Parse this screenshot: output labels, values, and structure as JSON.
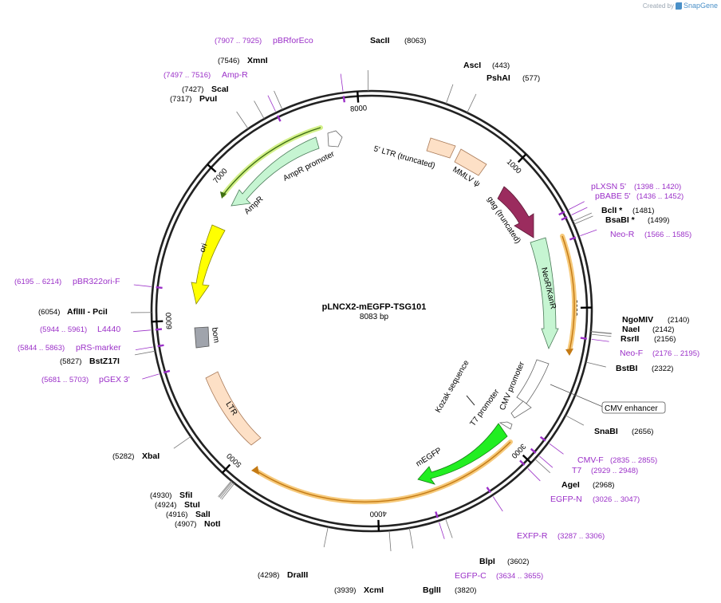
{
  "credit": {
    "prefix": "Created by",
    "brand": "SnapGene"
  },
  "plasmid": {
    "name": "pLNCX2-mEGFP-TSG101",
    "size_label": "8083 bp",
    "length": 8083
  },
  "ticks": [
    {
      "bp": 1000,
      "label": "1000"
    },
    {
      "bp": 2000,
      "label": "2000"
    },
    {
      "bp": 3000,
      "label": "3000"
    },
    {
      "bp": 4000,
      "label": "4000"
    },
    {
      "bp": 5000,
      "label": "5000"
    },
    {
      "bp": 6000,
      "label": "6000"
    },
    {
      "bp": 7000,
      "label": "7000"
    },
    {
      "bp": 8000,
      "label": "8000"
    }
  ],
  "sites": [
    {
      "name": "SacII",
      "coord": "(8063)",
      "bp": 8063
    },
    {
      "name": "AscI",
      "coord": "(443)",
      "bp": 443
    },
    {
      "name": "PshAI",
      "coord": "(577)",
      "bp": 577
    },
    {
      "name": "BclI *",
      "coord": "(1481)",
      "bp": 1481
    },
    {
      "name": "BsaBI *",
      "coord": "(1499)",
      "bp": 1499
    },
    {
      "name": "NgoMIV",
      "coord": "(2140)",
      "bp": 2140
    },
    {
      "name": "NaeI",
      "coord": "(2142)",
      "bp": 2142
    },
    {
      "name": "RsrII",
      "coord": "(2156)",
      "bp": 2156
    },
    {
      "name": "BstBI",
      "coord": "(2322)",
      "bp": 2322
    },
    {
      "name": "SnaBI",
      "coord": "(2656)",
      "bp": 2656
    },
    {
      "name": "AgeI",
      "coord": "(2968)",
      "bp": 2968
    },
    {
      "name": "BlpI",
      "coord": "(3602)",
      "bp": 3602
    },
    {
      "name": "BglII",
      "coord": "(3820)",
      "bp": 3820
    },
    {
      "name": "XcmI",
      "coord": "(3939)",
      "bp": 3939
    },
    {
      "name": "DraIII",
      "coord": "(4298)",
      "bp": 4298
    },
    {
      "name": "NotI",
      "coord": "(4907)",
      "bp": 4907
    },
    {
      "name": "SalI",
      "coord": "(4916)",
      "bp": 4916
    },
    {
      "name": "StuI",
      "coord": "(4924)",
      "bp": 4924
    },
    {
      "name": "SfiI",
      "coord": "(4930)",
      "bp": 4930
    },
    {
      "name": "XbaI",
      "coord": "(5282)",
      "bp": 5282
    },
    {
      "name": "BstZ17I",
      "coord": "(5827)",
      "bp": 5827
    },
    {
      "name": "AflIII - PciI",
      "coord": "(6054)",
      "bp": 6054
    },
    {
      "name": "PvuI",
      "coord": "(7317)",
      "bp": 7317
    },
    {
      "name": "ScaI",
      "coord": "(7427)",
      "bp": 7427
    },
    {
      "name": "XmnI",
      "coord": "(7546)",
      "bp": 7546
    }
  ],
  "primers": [
    {
      "name": "pBRforEco",
      "coord": "(7907 .. 7925)",
      "bp": 7916
    },
    {
      "name": "Amp-R",
      "coord": "(7497 .. 7516)",
      "bp": 7506
    },
    {
      "name": "pLXSN 5'",
      "coord": "(1398 .. 1420)",
      "bp": 1409
    },
    {
      "name": "pBABE 5'",
      "coord": "(1436 .. 1452)",
      "bp": 1444
    },
    {
      "name": "Neo-R",
      "coord": "(1566 .. 1585)",
      "bp": 1575
    },
    {
      "name": "Neo-F",
      "coord": "(2176 .. 2195)",
      "bp": 2185
    },
    {
      "name": "CMV-F",
      "coord": "(2835 .. 2855)",
      "bp": 2845
    },
    {
      "name": "T7",
      "coord": "(2929 .. 2948)",
      "bp": 2938
    },
    {
      "name": "EGFP-N",
      "coord": "(3026 .. 3047)",
      "bp": 3036
    },
    {
      "name": "EXFP-R",
      "coord": "(3287 .. 3306)",
      "bp": 3296
    },
    {
      "name": "EGFP-C",
      "coord": "(3634 .. 3655)",
      "bp": 3644
    },
    {
      "name": "pGEX 3'",
      "coord": "(5681 .. 5703)",
      "bp": 5692
    },
    {
      "name": "pRS-marker",
      "coord": "(5844 .. 5863)",
      "bp": 5853
    },
    {
      "name": "L4440",
      "coord": "(5944 .. 5961)",
      "bp": 5952
    },
    {
      "name": "pBR322ori-F",
      "coord": "(6195 .. 6214)",
      "bp": 6204
    }
  ],
  "features": [
    {
      "label": "5' LTR (truncated)",
      "color": "#fde0c6"
    },
    {
      "label": "MMLV ψ",
      "color": "#fde0c6"
    },
    {
      "label": "gag (truncated)",
      "color": "#9b2c5e"
    },
    {
      "label": "NeoR/KanR",
      "color": "#c6f5d2"
    },
    {
      "label": "CMV enhancer",
      "color": "#ffffff"
    },
    {
      "label": "CMV promoter",
      "color": "#ffffff"
    },
    {
      "label": "T7 promoter",
      "color": "#ffffff"
    },
    {
      "label": "Kozak sequence",
      "color": "#ffffff"
    },
    {
      "label": "mEGFP",
      "color": "#22ee22"
    },
    {
      "label": "LTR",
      "color": "#fde0c6"
    },
    {
      "label": "bom",
      "color": "#a0a4ac"
    },
    {
      "label": "ori",
      "color": "#ffff00"
    },
    {
      "label": "AmpR",
      "color": "#c6f5d2"
    },
    {
      "label": "AmpR promoter",
      "color": "#ffffff"
    }
  ],
  "colors": {
    "primer": "#9b30c8",
    "orf_highlight": "#f6c97a",
    "orf_line": "#c47a14",
    "ring": "#222222"
  }
}
